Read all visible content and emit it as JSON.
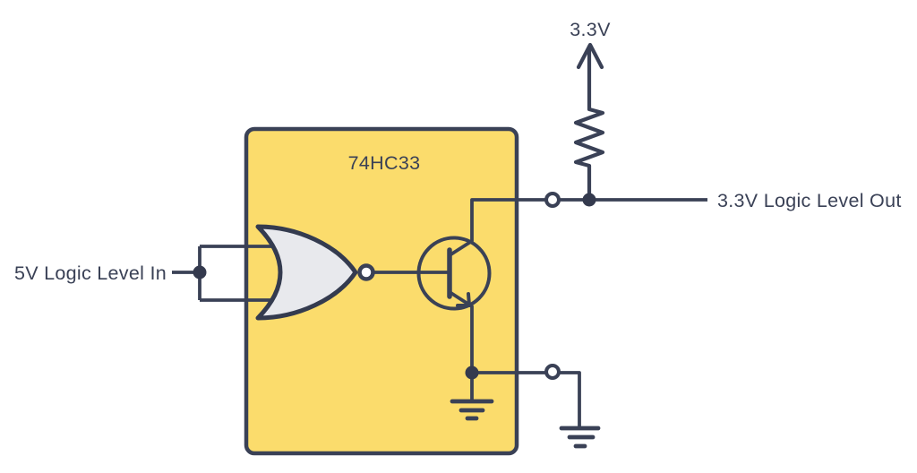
{
  "diagram": {
    "type": "circuit-schematic",
    "chip": {
      "label": "74HC33",
      "fill": "#fbdc6c",
      "stroke": "#3a4156"
    },
    "labels": {
      "supply_rail": "3.3V",
      "input": "5V Logic Level In",
      "output": "3.3V Logic Level Out"
    },
    "colors": {
      "background": "#ffffff",
      "outline": "#3a4156",
      "text": "#3a4156",
      "gate_fill": "#e8e9ed",
      "terminal_fill": "#ffffff",
      "junction": "#343a4e"
    },
    "symbols": {
      "gate": "nor-gate",
      "transistor": "npn-transistor-open-collector",
      "resistor": "pull-up-resistor",
      "supply": "supply-arrow",
      "grounds": [
        "chip-internal-ground",
        "output-ground"
      ]
    }
  }
}
